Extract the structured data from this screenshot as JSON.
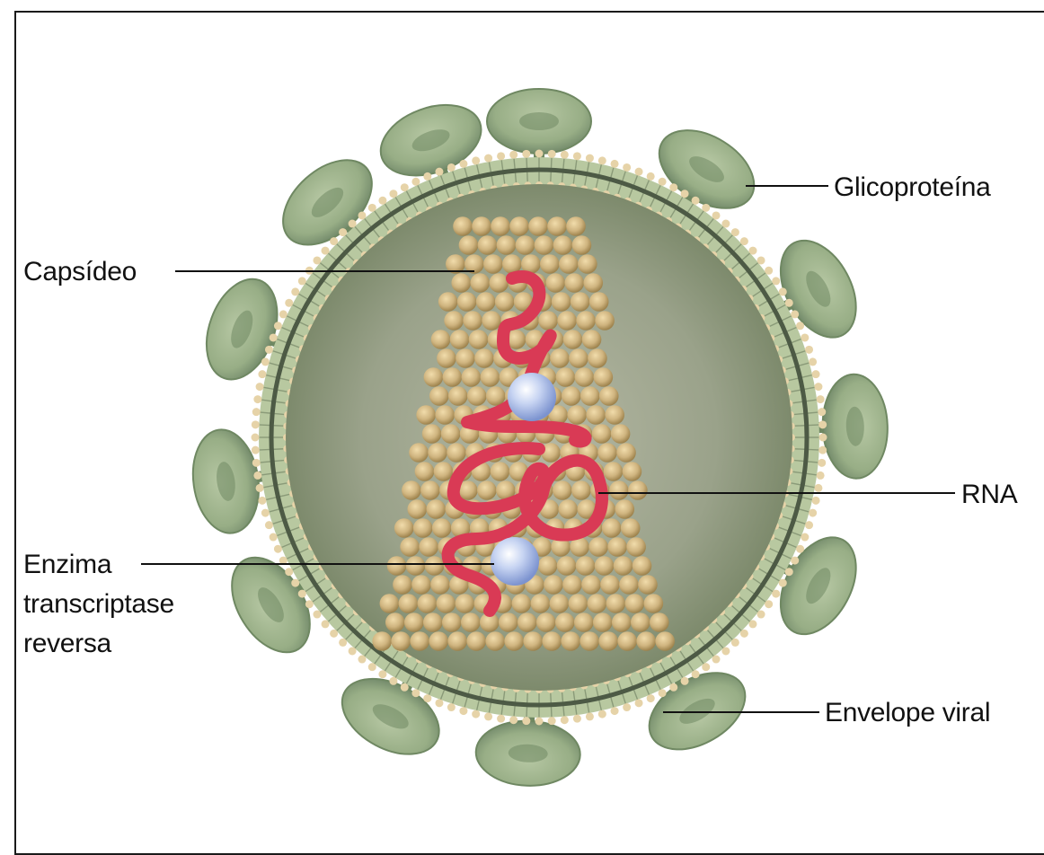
{
  "labels": {
    "glicoproteina": "Glicoproteína",
    "capsideo": "Capsídeo",
    "rna": "RNA",
    "enzima_line1": "Enzima",
    "enzima_line2": "transcriptase",
    "enzima_line3": "reversa",
    "envelope": "Envelope viral"
  },
  "colors": {
    "background": "#ffffff",
    "frame": "#1a1a1a",
    "glycoprotein": "#9db08a",
    "glycoprotein_dark": "#6f8862",
    "membrane": "#b8c8a0",
    "membrane_line": "#4d5a45",
    "phospholipid_head": "#e6d3a8",
    "interior": "#8f9a80",
    "capsid_bead": "#cfb47f",
    "capsid_bead_dark": "#a88c56",
    "rna": "#d93a55",
    "enzyme": "#aabde6"
  }
}
